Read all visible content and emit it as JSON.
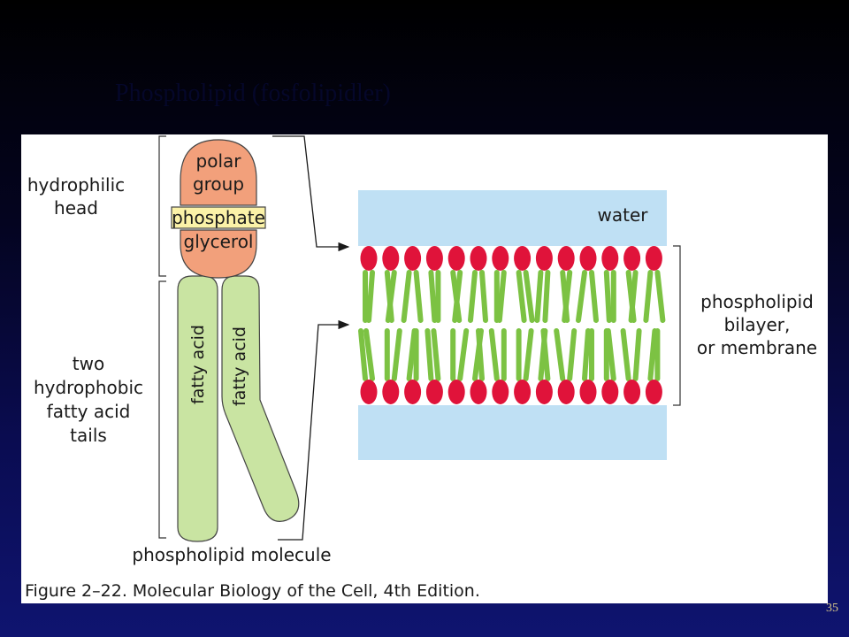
{
  "slide": {
    "title": "Phospholipid (fosfolipidler)",
    "page_number": "35"
  },
  "figure": {
    "molecule": {
      "polar_group_line1": "polar",
      "polar_group_line2": "group",
      "phosphate": "phosphate",
      "glycerol": "glycerol",
      "tail_1": "fatty acid",
      "tail_2": "fatty acid",
      "caption": "phospholipid molecule"
    },
    "labels": {
      "head_line1": "hydrophilic",
      "head_line2": "head",
      "tails_line1": "two",
      "tails_line2": "hydrophobic",
      "tails_line3": "fatty acid",
      "tails_line4": "tails"
    },
    "bilayer": {
      "water": "water",
      "label_line1": "phospholipid",
      "label_line2": "bilayer,",
      "label_line3": "or membrane"
    },
    "caption": "Figure 2–22. Molecular Biology of the Cell, 4th Edition."
  },
  "colors": {
    "head_orange": "#f2a07b",
    "phosphate_yellow": "#fbf2a8",
    "tail_green": "#c9e4a2",
    "water_blue": "#bfe0f4",
    "head_red": "#e0133a",
    "lipid_green": "#7cc243"
  }
}
